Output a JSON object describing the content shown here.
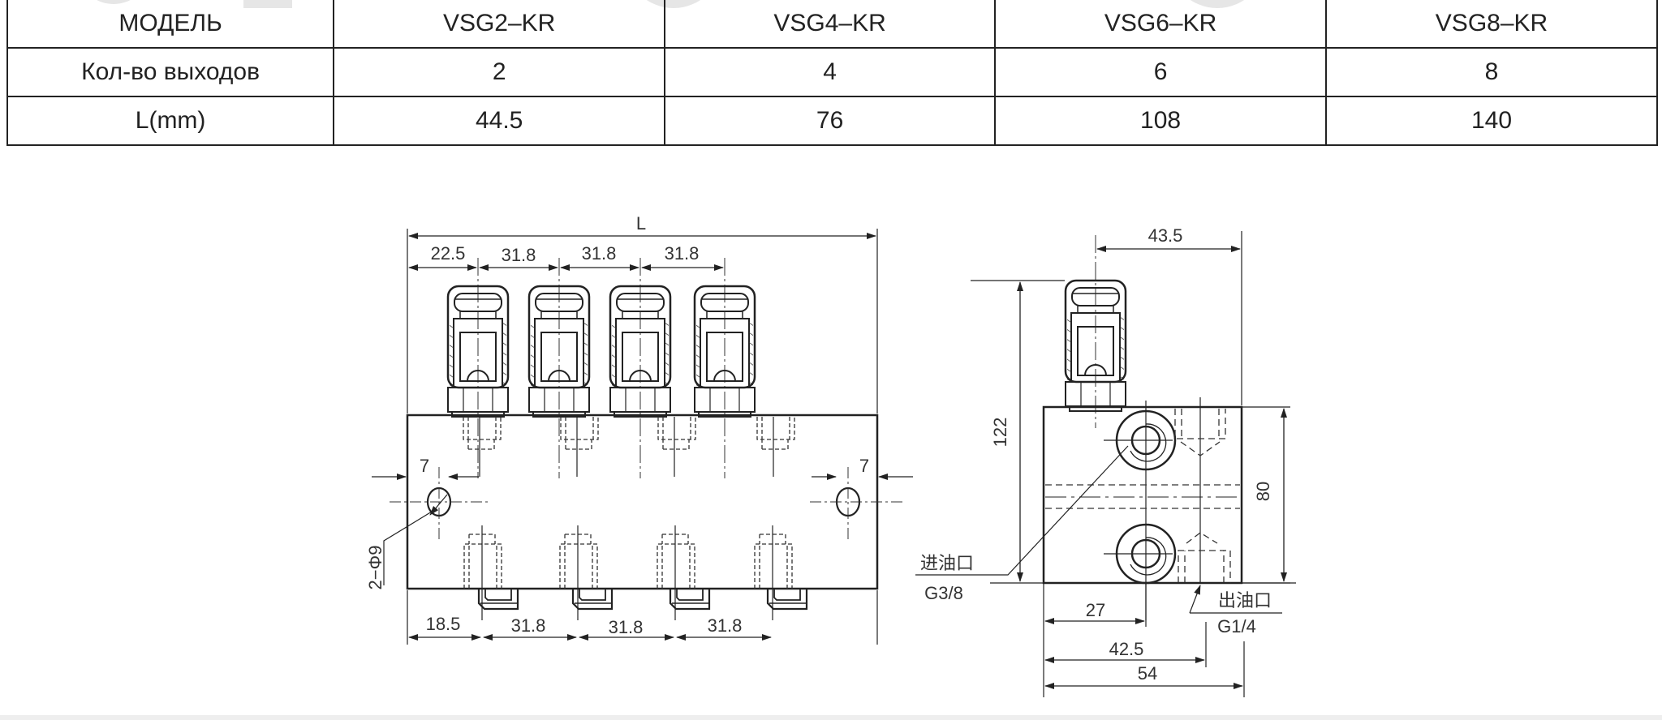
{
  "table": {
    "rows": [
      {
        "label": "МОДЕЛЬ",
        "values": [
          "VSG2–KR",
          "VSG4–KR",
          "VSG6–KR",
          "VSG8–KR"
        ]
      },
      {
        "label": "Кол-во выходов",
        "values": [
          "2",
          "4",
          "6",
          "8"
        ]
      },
      {
        "label": "L(mm)",
        "values": [
          "44.5",
          "76",
          "108",
          "140"
        ]
      }
    ]
  },
  "front_view": {
    "overall_length_label": "L",
    "top_dims": [
      "22.5",
      "31.8",
      "31.8",
      "31.8"
    ],
    "bottom_dims": [
      "18.5",
      "31.8",
      "31.8",
      "31.8"
    ],
    "left_edge_dim": "7",
    "right_edge_dim": "7",
    "hole_label": "2−Φ9"
  },
  "side_view": {
    "top_dim": "43.5",
    "height_dim": "122",
    "block_height_dim": "80",
    "inlet_label": "进油口",
    "inlet_thread": "G3/8",
    "outlet_label": "出油口",
    "outlet_thread": "G1/4",
    "bottom_dims": [
      "27",
      "42.5",
      "54"
    ]
  }
}
